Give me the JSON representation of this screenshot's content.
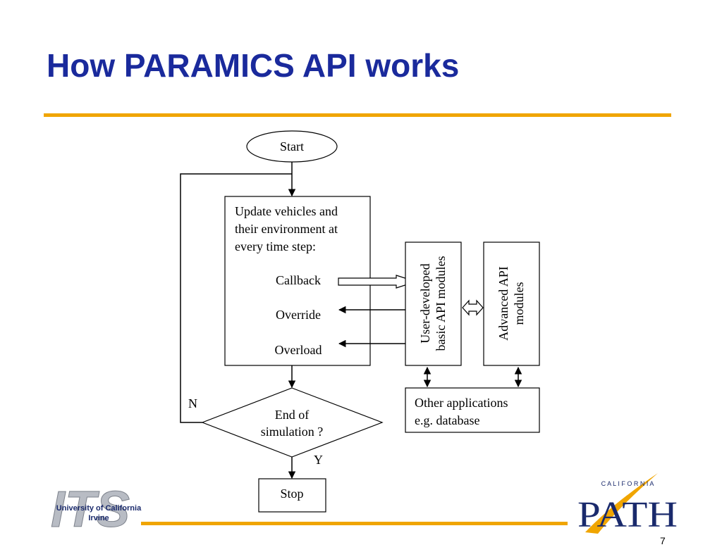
{
  "title": "How PARAMICS API works",
  "page_number": "7",
  "diagram": {
    "start": "Start",
    "update_lines": [
      "Update vehicles and",
      "their environment at",
      "every time step:"
    ],
    "callback": "Callback",
    "override": "Override",
    "overload": "Overload",
    "user_modules_lines": [
      "User-developed",
      "basic API modules"
    ],
    "advanced_modules_lines": [
      "Advanced API",
      "modules"
    ],
    "other_apps_lines": [
      "Other applications",
      "e.g. database"
    ],
    "decision_lines": [
      "End of",
      "simulation ?"
    ],
    "no_label": "N",
    "yes_label": "Y",
    "stop": "Stop"
  },
  "logos": {
    "its_text": "ITS",
    "its_subtitle_lines": [
      "University of California",
      "Irvine"
    ],
    "path_top": "C A L I F O R N I A",
    "path_main": "PATH"
  },
  "colors": {
    "title": "#1a2a9c",
    "rule": "#f0a500",
    "its_grey": "#b8bcc4",
    "its_text": "#1a2a6c",
    "path_navy": "#1a2a6c",
    "path_gold": "#f0a500"
  }
}
